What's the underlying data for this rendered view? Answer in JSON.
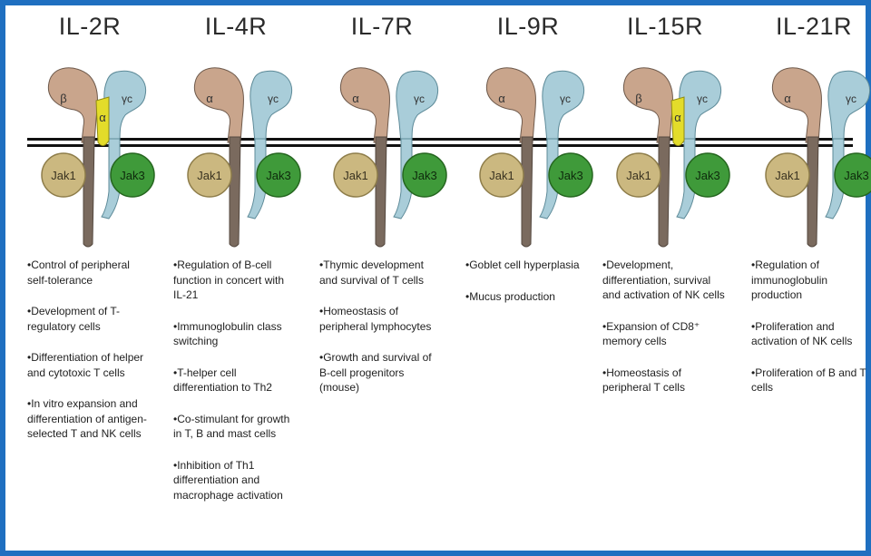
{
  "receptors": [
    {
      "title": "IL-2R",
      "chains": [
        "β",
        "α",
        "γc"
      ],
      "has_alpha_chain": true,
      "kinases": [
        "Jak1",
        "Jak3"
      ],
      "functions": [
        "•Control of peripheral self-tolerance",
        "•Development of T-regulatory cells",
        "•Differentiation of helper and cytotoxic T cells",
        "•In vitro expansion and differentiation of antigen-selected T and NK cells"
      ]
    },
    {
      "title": "IL-4R",
      "chains": [
        "α",
        "",
        "γc"
      ],
      "has_alpha_chain": false,
      "kinases": [
        "Jak1",
        "Jak3"
      ],
      "functions": [
        "•Regulation of B-cell function in concert with IL-21",
        "•Immunoglobulin class switching",
        "•T-helper cell differentiation to Th2",
        "•Co-stimulant for growth in T, B and mast cells",
        "•Inhibition of Th1 differentiation and macrophage activation"
      ]
    },
    {
      "title": "IL-7R",
      "chains": [
        "α",
        "",
        "γc"
      ],
      "has_alpha_chain": false,
      "kinases": [
        "Jak1",
        "Jak3"
      ],
      "functions": [
        "•Thymic development and survival of T cells",
        "•Homeostasis of peripheral lymphocytes",
        "•Growth and survival of B-cell progenitors (mouse)"
      ]
    },
    {
      "title": "IL-9R",
      "chains": [
        "α",
        "",
        "γc"
      ],
      "has_alpha_chain": false,
      "kinases": [
        "Jak1",
        "Jak3"
      ],
      "functions": [
        "•Goblet cell hyperplasia",
        "•Mucus production"
      ]
    },
    {
      "title": "IL-15R",
      "chains": [
        "β",
        "α",
        "γc"
      ],
      "has_alpha_chain": true,
      "kinases": [
        "Jak1",
        "Jak3"
      ],
      "functions": [
        "•Development, differentiation, survival and activation of NK cells",
        "•Expansion of CD8⁺ memory cells",
        "•Homeostasis of peripheral T cells"
      ]
    },
    {
      "title": "IL-21R",
      "chains": [
        "α",
        "",
        "γc"
      ],
      "has_alpha_chain": false,
      "kinases": [
        "Jak1",
        "Jak3"
      ],
      "functions": [
        "•Regulation of immunoglobulin production",
        "•Proliferation and activation of NK cells",
        "•Proliferation of B and T cells"
      ]
    }
  ],
  "colors": {
    "frame": "#1f6fc0",
    "beta_chain": "#c9a58c",
    "beta_stalk": "#7a6a5e",
    "gamma_chain": "#a9cdd9",
    "alpha_small": "#e3dc2a",
    "jak1": "#cbb880",
    "jak3": "#3f9a3a",
    "membrane": "#111111"
  }
}
